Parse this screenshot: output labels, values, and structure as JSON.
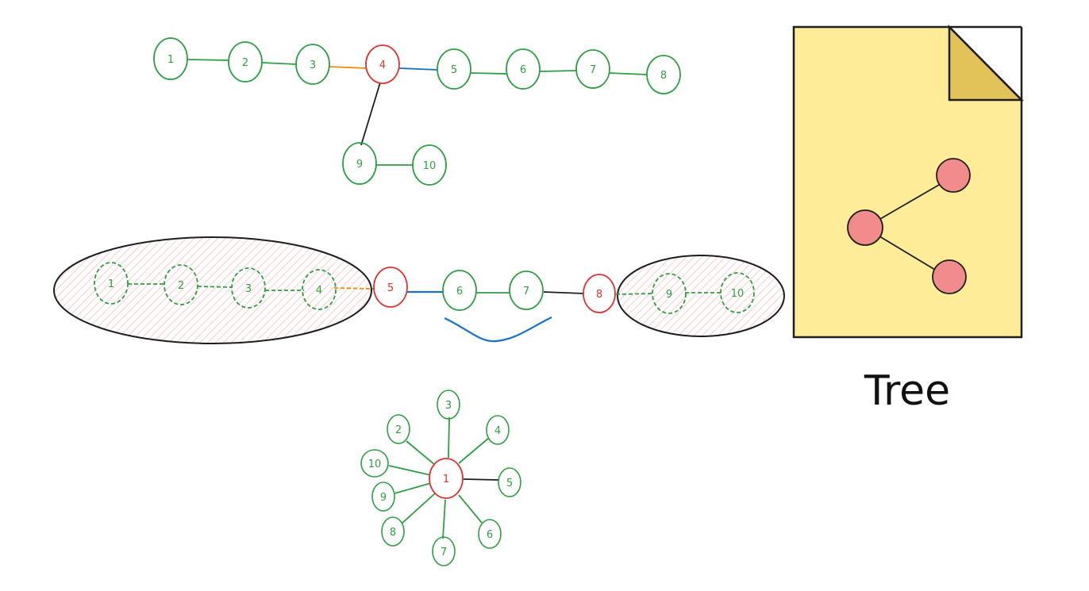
{
  "colors": {
    "green": "#2f9e44",
    "red": "#e03131",
    "orange": "#f08c00",
    "blue": "#1971c2",
    "black": "#1e1e1e",
    "hatch": "#ffc9c9",
    "doc_fill": "#ffec99",
    "doc_fold": "#e2c35a",
    "tree_node": "#f28b8b"
  },
  "diagram_1": {
    "labels": [
      "1",
      "2",
      "3",
      "4",
      "5",
      "6",
      "7",
      "8",
      "9",
      "10"
    ]
  },
  "diagram_2": {
    "labels": [
      "1",
      "2",
      "3",
      "4",
      "5",
      "6",
      "7",
      "8",
      "9",
      "10"
    ]
  },
  "diagram_3": {
    "center": "1",
    "spokes": [
      "2",
      "3",
      "4",
      "5",
      "6",
      "7",
      "8",
      "9",
      "10"
    ]
  },
  "document_card": {
    "icon": "tree-document-icon",
    "label": "Tree"
  }
}
